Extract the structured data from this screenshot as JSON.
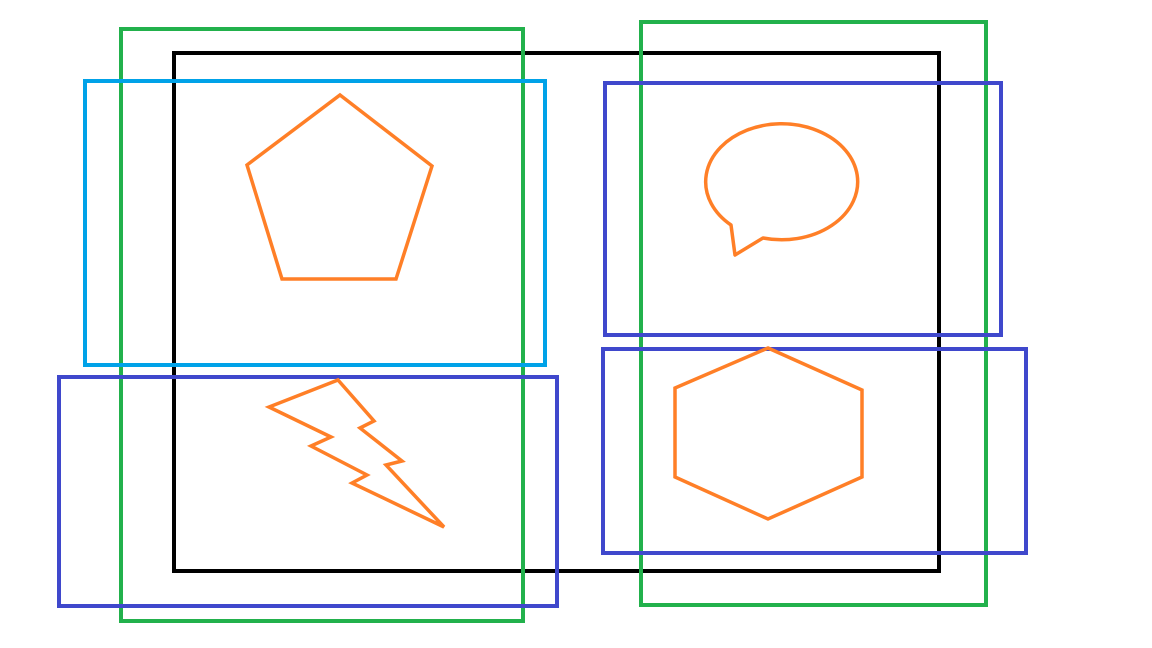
{
  "colors": {
    "background": "#ffffff",
    "frame": "#000000",
    "green": "#22b14c",
    "cyan": "#00a2e8",
    "indigo": "#3f48cc",
    "orange": "#ff7f27"
  },
  "shapes": [
    {
      "name": "pentagon-shape",
      "icon": "pentagon-icon",
      "color_key": "orange"
    },
    {
      "name": "speech-bubble-shape",
      "icon": "speech-bubble-icon",
      "color_key": "orange"
    },
    {
      "name": "lightning-bolt-shape",
      "icon": "lightning-icon",
      "color_key": "orange"
    },
    {
      "name": "hexagon-shape",
      "icon": "hexagon-icon",
      "color_key": "orange"
    }
  ],
  "boxes": [
    {
      "name": "outer-frame",
      "color_key": "frame"
    },
    {
      "name": "green-box-left",
      "color_key": "green"
    },
    {
      "name": "green-box-right",
      "color_key": "green"
    },
    {
      "name": "cyan-box-top-left",
      "color_key": "cyan"
    },
    {
      "name": "indigo-box-top-right",
      "color_key": "indigo"
    },
    {
      "name": "indigo-box-bottom-left",
      "color_key": "indigo"
    },
    {
      "name": "indigo-box-bottom-right",
      "color_key": "indigo"
    }
  ]
}
